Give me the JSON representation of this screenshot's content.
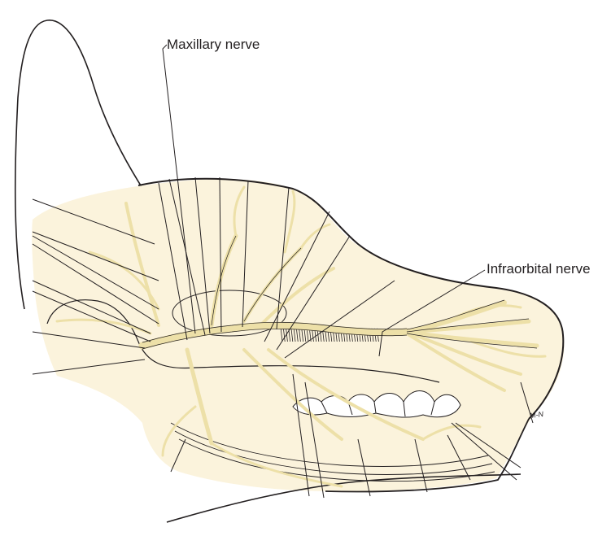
{
  "labels": {
    "maxillary": "Maxillary nerve",
    "infraorbital": "Infraorbital nerve"
  },
  "artist_mark": "M-N",
  "colors": {
    "skin_fill": "#fbf3dc",
    "nerve": "#ede0a8",
    "nerve_dark": "#e4d089",
    "line": "#231f20"
  }
}
